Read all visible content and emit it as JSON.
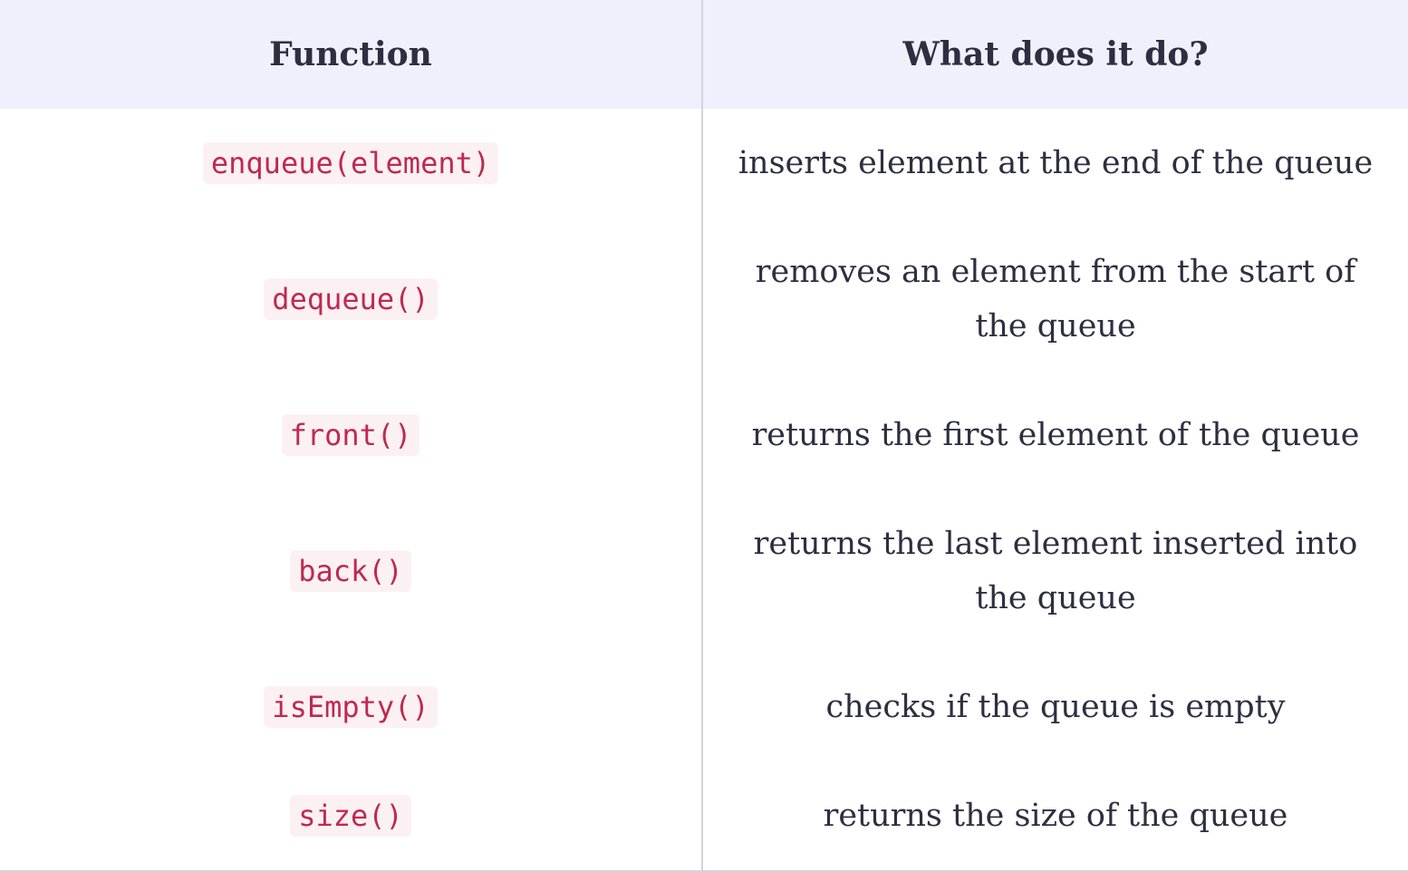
{
  "table": {
    "headers": {
      "function": "Function",
      "description": "What does it do?"
    },
    "rows": [
      {
        "function": "enqueue(element)",
        "description": "inserts element at the end of the queue"
      },
      {
        "function": "dequeue()",
        "description": "removes an element from the start of the queue"
      },
      {
        "function": "front()",
        "description": "returns the first element of the queue"
      },
      {
        "function": "back()",
        "description": "returns the last element inserted into the queue"
      },
      {
        "function": "isEmpty()",
        "description": "checks if the queue is empty"
      },
      {
        "function": "size()",
        "description": "returns the size of the queue"
      }
    ]
  },
  "colors": {
    "header_background": "#f0f0fc",
    "text": "#2f2e41",
    "code_text": "#c0294f",
    "code_background": "#fbf1f3",
    "border": "#d4d4dc"
  }
}
